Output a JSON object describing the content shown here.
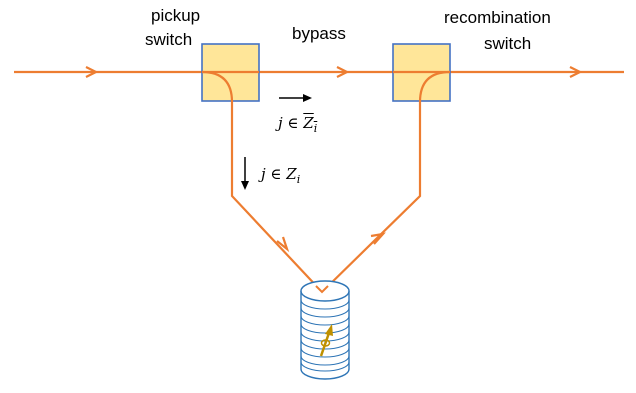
{
  "labels": {
    "pickup_line1": "pickup",
    "pickup_line2": "switch",
    "bypass": "bypass",
    "recomb_line1": "recombination",
    "recomb_line2": "switch"
  },
  "math": {
    "bypass_condition": "j ∈ ",
    "bypass_set": "Z",
    "bypass_sub": "i",
    "pickup_condition": "j ∈ ",
    "pickup_set": "Z",
    "pickup_sub": "i"
  },
  "colors": {
    "beam": "#ed7d31",
    "switch_fill": "#ffe699",
    "switch_stroke": "#4472c4",
    "ring_stroke": "#2e75b6",
    "spin": "#bf9000"
  },
  "icons": {
    "flow_arrows": "chevron-arrow",
    "direction_right": "right-arrow",
    "direction_down": "down-arrow",
    "storage": "stacked-ring-cylinder",
    "spin": "spin-vector"
  }
}
